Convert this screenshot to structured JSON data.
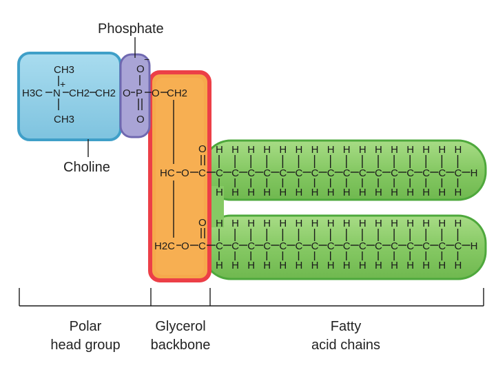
{
  "labels": {
    "phosphate": "Phosphate",
    "choline": "Choline",
    "polar_head": [
      "Polar",
      "head group"
    ],
    "glycerol": [
      "Glycerol",
      "backbone"
    ],
    "fatty": [
      "Fatty",
      "acid chains"
    ]
  },
  "head_group": {
    "ch3_top": "CH3",
    "ch3_bottom": "CH3",
    "left_group": "H3C",
    "nitrogen": "N",
    "charge_plus": "+",
    "ch2_1": "CH2",
    "ch2_2": "CH2",
    "o_ester": "O"
  },
  "phosphate_group": {
    "o_top": "O",
    "charge_minus": "−",
    "p": "P",
    "o_bottom": "O",
    "o_link": "O",
    "ch2": "CH2"
  },
  "glycerol_group": {
    "hc": "HC",
    "h2c": "H2C",
    "o1": "O",
    "o2": "O",
    "carbonyl_o": "O",
    "c": "C"
  },
  "chain": {
    "carbon": "C",
    "hydrogen": "H",
    "length": 16
  },
  "colors": {
    "choline_fill": "#8ecfe8",
    "choline_border": "#3f9fc8",
    "phosphate_fill": "#a9a4d6",
    "phosphate_border": "#6f68b0",
    "glycerol_fill": "#f6a94c",
    "glycerol_border": "#ec3f47",
    "chain_fill": "#8fcf6c",
    "chain_border": "#4ea83c"
  }
}
